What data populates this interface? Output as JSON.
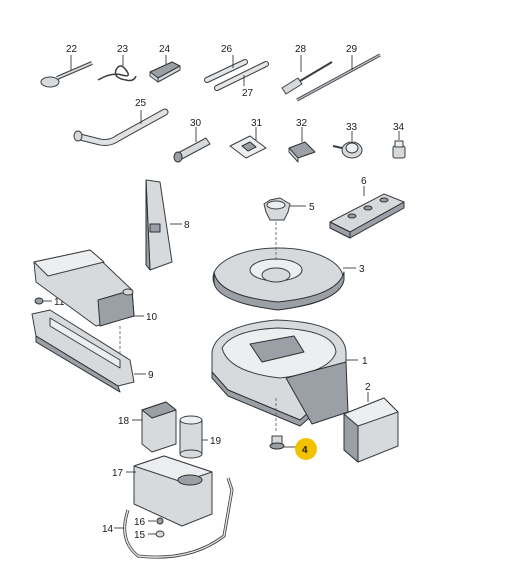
{
  "callouts": {
    "c1": "1",
    "c2": "2",
    "c3": "3",
    "c4": "4",
    "c5": "5",
    "c6": "6",
    "c8": "8",
    "c9": "9",
    "c10": "10",
    "c11": "11",
    "c14": "14",
    "c15": "15",
    "c16": "16",
    "c17": "17",
    "c18": "18",
    "c19": "19",
    "c22": "22",
    "c23": "23",
    "c24": "24",
    "c25": "25",
    "c26": "26",
    "c27": "27",
    "c28": "28",
    "c29": "29",
    "c30": "30",
    "c31": "31",
    "c32": "32",
    "c33": "33",
    "c34": "34"
  },
  "colors": {
    "highlight": "#f2c200",
    "stroke": "#3a3d40",
    "fill": "#d7dadd"
  }
}
